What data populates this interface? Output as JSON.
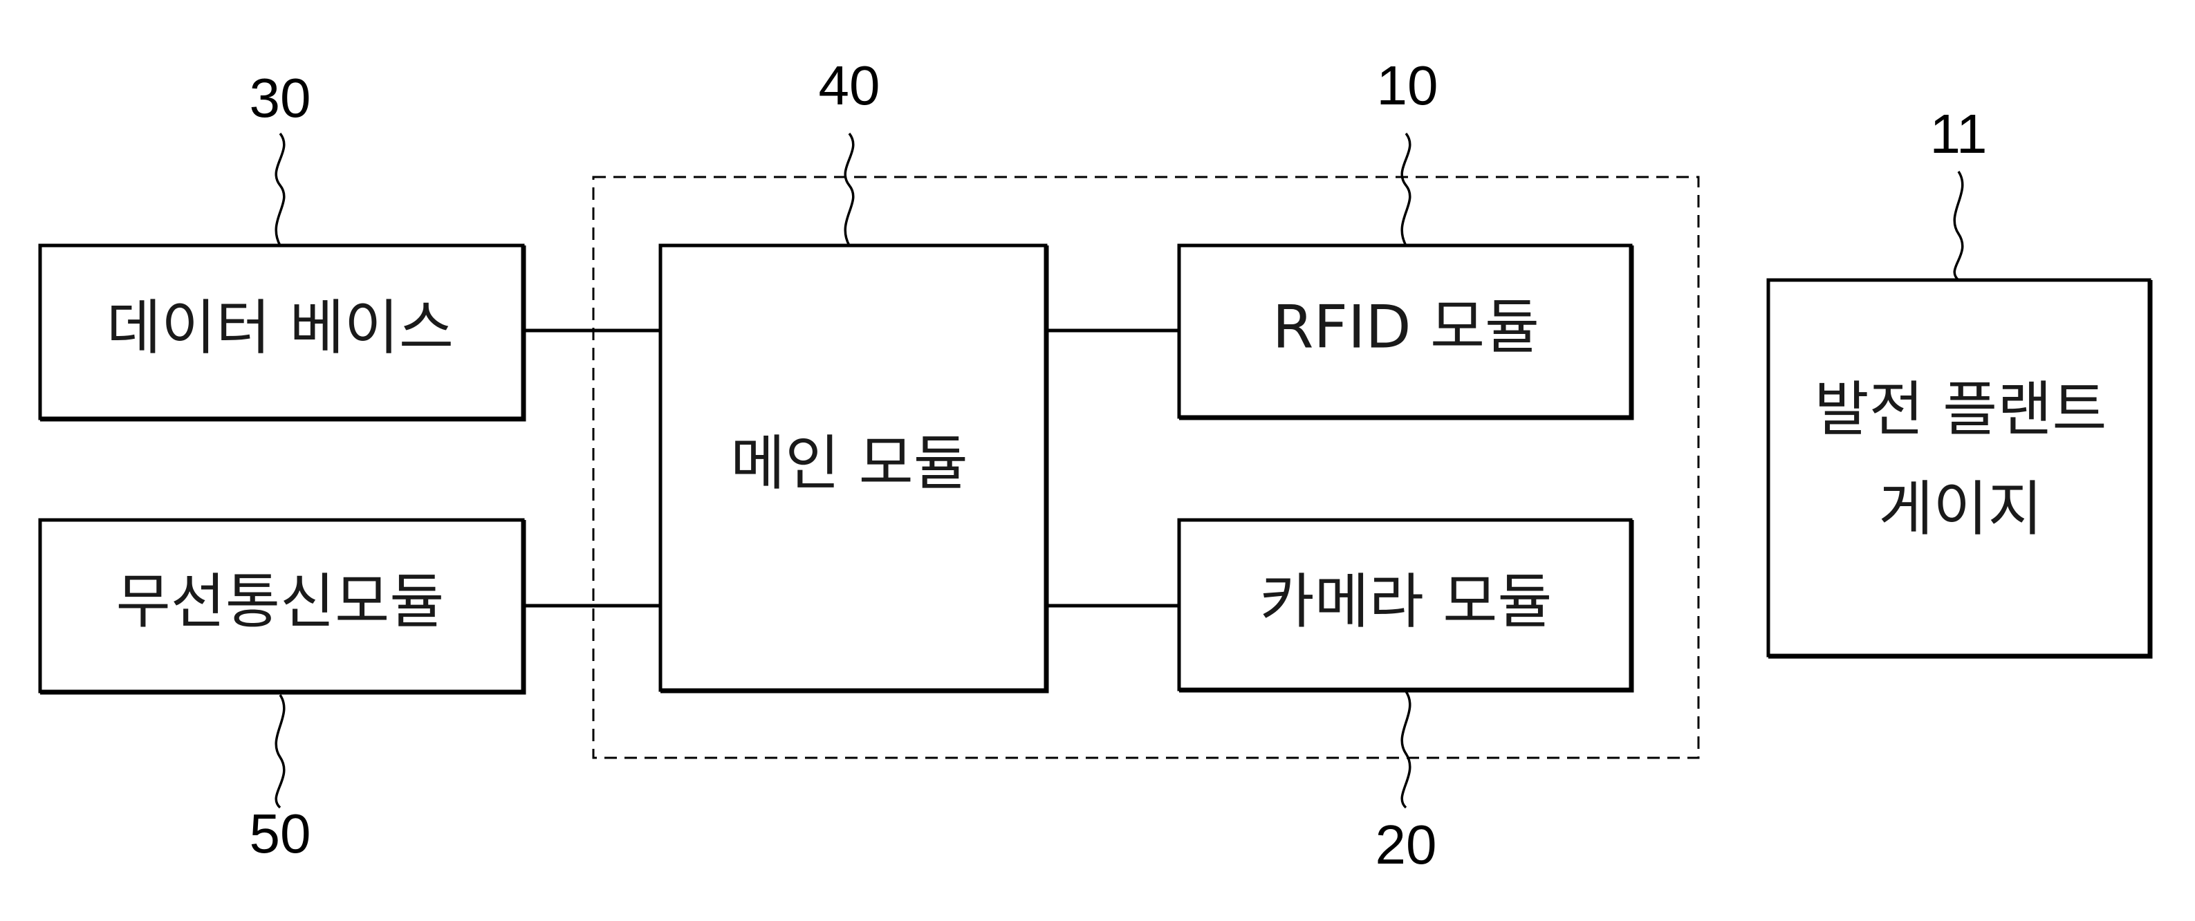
{
  "blocks": {
    "database": {
      "label": "데이터 베이스",
      "ref": "30"
    },
    "wireless": {
      "label": "무선통신모듈",
      "ref": "50"
    },
    "main": {
      "label": "메인 모듈",
      "ref": "40"
    },
    "rfid": {
      "label": "RFID 모듈",
      "ref": "10"
    },
    "camera": {
      "label": "카메라 모듈",
      "ref": "20"
    },
    "gauge": {
      "label_line1": "발전 플랜트",
      "label_line2": "게이지",
      "ref": "11"
    }
  }
}
